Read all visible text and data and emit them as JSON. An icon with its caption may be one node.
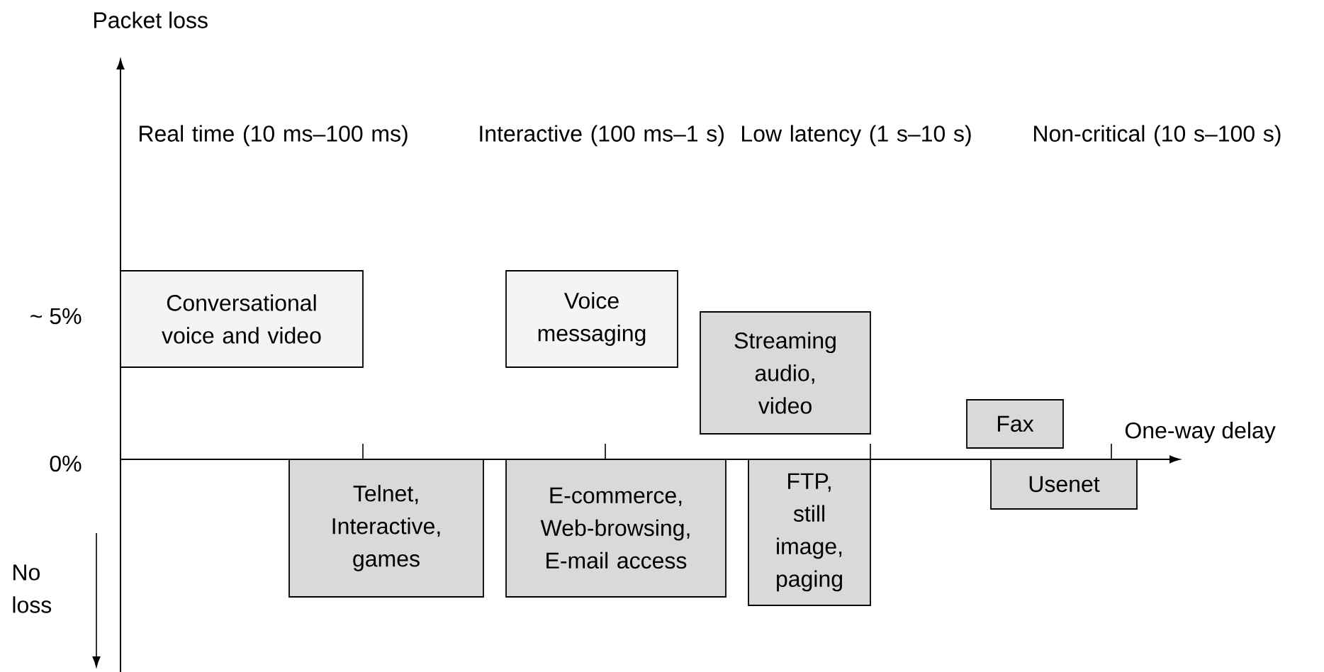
{
  "diagram": {
    "nodes": [
      {
        "text": [
          "Conversational voice and video"
        ]
      },
      {
        "text": [
          "Voice messaging"
        ]
      },
      {
        "text": [
          "Streaming audio, video"
        ]
      },
      {
        "text": [
          "Fax"
        ]
      },
      {
        "text": [
          "Telnet, Interactive, games"
        ]
      },
      {
        "text": [
          "E-commerce, Web-browsing, E-mail access"
        ]
      },
      {
        "text": [
          "FTP, still image, paging"
        ]
      },
      {
        "text": [
          "Usenet"
        ]
      }
    ],
    "labels": [
      "Packet loss",
      "Real time (10 ms–100 ms)",
      "Interactive (100 ms–1 s)",
      "Low latency (1 s–10 s)",
      "Non-critical (10 s–100 s)",
      "~ 5%",
      "One-way delay",
      "0%",
      "No loss"
    ]
  }
}
